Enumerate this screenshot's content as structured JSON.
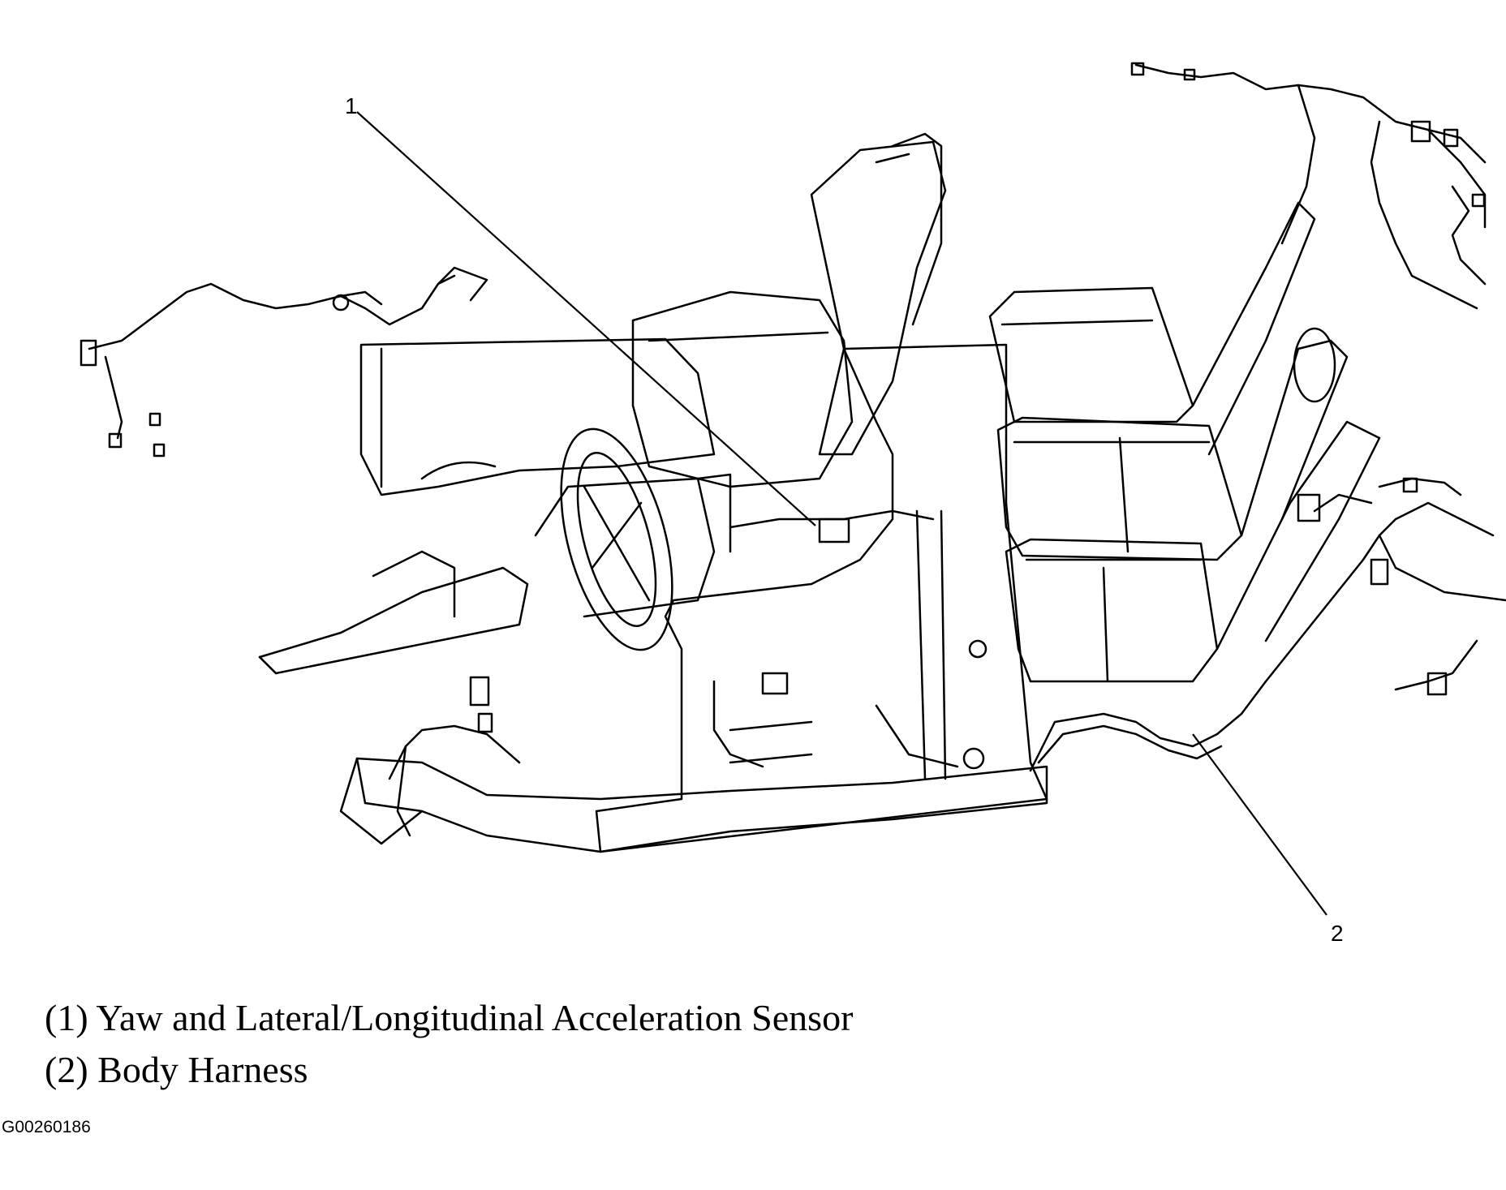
{
  "diagram": {
    "callouts": [
      {
        "number": "1",
        "description": "Yaw and Lateral/Longitudinal Acceleration Sensor"
      },
      {
        "number": "2",
        "description": "Body Harness"
      }
    ]
  },
  "legend": {
    "item1": "(1) Yaw and Lateral/Longitudinal Acceleration Sensor",
    "item2": "(2) Body Harness"
  },
  "figure_id": "G00260186",
  "colors": {
    "line": "#000000",
    "background": "#ffffff"
  }
}
